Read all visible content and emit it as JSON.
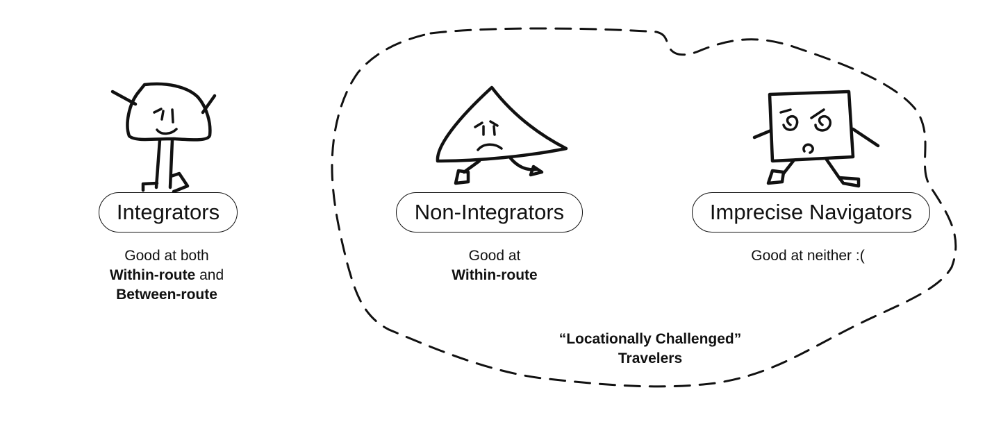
{
  "characters": [
    {
      "name": "Integrators",
      "shape_icon": "blob-character-icon",
      "mood": "content",
      "description": {
        "line1": "Good at both",
        "line2_bold": "Within-route",
        "line2_rest": " and",
        "line3_bold": "Between-route"
      }
    },
    {
      "name": "Non-Integrators",
      "shape_icon": "triangle-character-icon",
      "mood": "sad",
      "description": {
        "line1": "Good at",
        "line2_bold": "Within-route"
      }
    },
    {
      "name": "Imprecise Navigators",
      "shape_icon": "square-character-icon",
      "mood": "dizzy",
      "description": {
        "line1": "Good at neither :("
      }
    }
  ],
  "group": {
    "line1": "“Locationally Challenged”",
    "line2": "Travelers",
    "members": [
      "Non-Integrators",
      "Imprecise Navigators"
    ],
    "boundary_style": "dashed"
  },
  "colors": {
    "ink": "#111111",
    "background": "#ffffff"
  }
}
